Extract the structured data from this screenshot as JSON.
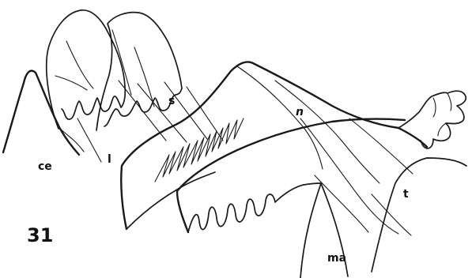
{
  "figure": {
    "number": "31",
    "labels": {
      "ce": "ce",
      "l": "l",
      "s": "s",
      "n": "n",
      "t": "t",
      "ma": "ma"
    }
  }
}
